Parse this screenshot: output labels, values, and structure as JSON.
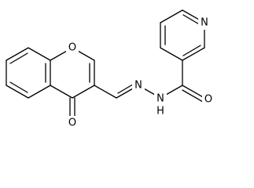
{
  "molecule": {
    "atoms": {
      "ring_oxygen": "O",
      "carbonyl_oxygen": "O",
      "azomethine_nitrogen": "N",
      "hydrazide_nitrogen": "N",
      "hydrazide_hydrogen": "H",
      "amide_oxygen": "O",
      "pyridine_nitrogen": "N"
    }
  }
}
